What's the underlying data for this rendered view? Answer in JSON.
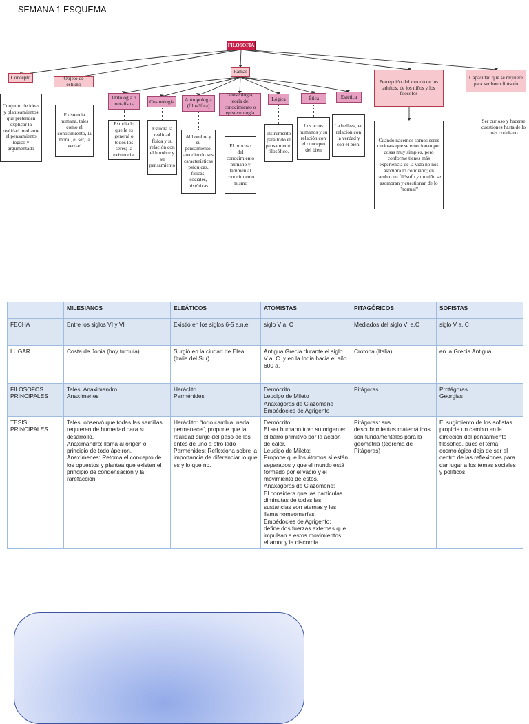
{
  "page_title": "SEMANA 1 ESQUEMA",
  "diagram": {
    "root": "FILOSOFIA",
    "concepto": {
      "label": "Concepto",
      "desc": "Conjunto de ideas y planteamientos que pretenden explicar la realidad mediante el pensamiento lógico y argumentado"
    },
    "objeto": {
      "label": "Objeto de estudio",
      "desc": "Existencia humana, tales como el conocimiento, la moral, el ser, la verdad"
    },
    "ramas": {
      "label": "Ramas",
      "items": [
        {
          "label": "Ontología o metafísica",
          "desc": "Estudia lo que le es general o todos los seres; la existencia."
        },
        {
          "label": "Cosmología",
          "desc": "Estudia la realidad física y su relación con el hombre y su pensamiento"
        },
        {
          "label": "Antropología (filosófica)",
          "desc": "Al hombre y su pensamiento, atendiendo sus características psíquicas, físicas, sociales, históricas"
        },
        {
          "label": "Gnoseología, teoría del conocimiento o epistemología",
          "desc": "El proceso del conocimiento humano y también al conocimiento mismo"
        },
        {
          "label": "Lógica",
          "desc": "Instrumento para todo el pensamiento filosófico."
        },
        {
          "label": "Ética",
          "desc": "Los actos humanos y su relación con el concepto del bien"
        },
        {
          "label": "Estética",
          "desc": "La belleza, en relación con la verdad y con el bien."
        }
      ]
    },
    "percepcion": {
      "label": "Percepción del mundo de los adultos, de los niños y los filósofos",
      "desc": "Cuando nacemos somos seres curiosos que se emocionan por cosas muy simples, pero conforme tienes más experiencia de la vida no nos asombra lo cotidiano; en cambio un filósofo y un niño se asombran y cuestionan de lo \"normal\""
    },
    "capacidad": {
      "label": "Capacidad que se requiere para ser buen filósofo",
      "desc": "Ser curioso y hacerse cuestiones hasta de lo más cotidiano"
    }
  },
  "table": {
    "headers": [
      "",
      "MILESIANOS",
      "ELEÁTICOS",
      "ATOMISTAS",
      "PITAGÓRICOS",
      "SOFISTAS"
    ],
    "rows": [
      [
        "FECHA",
        "Entre los siglos VI y VI",
        "Existió en los siglos 6-5 a.n.e.",
        "siglo V a. C",
        "Mediados del siglo VI a.C",
        "siglo V a. C"
      ],
      [
        "LUGAR",
        "Costa de Jonia (hoy turquía)",
        "Surgió en la ciudad de Elea (Italia del Sur)",
        "Antigua Grecia durante el siglo V a. C. y en la India hacia el año 600 a.",
        "Crotona (Italia)",
        "en la Grecia Antigua"
      ],
      [
        "FILÓSOFOS PRINCIPALES",
        "Tales, Anaximandro\nAnaxímenes",
        "Heráclito\nParménides",
        "Demócrito\nLeucipo de Mileto\nAnaxágoras de Clazomene\nEmpédocles de Agrigento",
        "Pitágoras",
        "Protágoras\nGeorgias"
      ],
      [
        "TESIS PRINCIPALES",
        "Tales: observó que todas las semillas requieren de humedad para su desarrollo.\nAnaximandro: llama al origen o principio de todo ápeiron.\nAnaxímenes: Retoma el concepto de los opuestos y plantea que existen el principio de condensación y la rarefacción",
        "Heráclito: \"todo cambia, nada permanece\", propone que la realidad surge del paso de los entes de uno a otro lado\nParménides: Reflexiona sobre la importancia de diferenciar lo que es y lo que no.",
        "Demócrito:\nEl ser humano tuvo su origen en el barro primitivo por la acción de calor.\nLeucipo de Mileto:\nPropone que los átomos si están separados y que el mundo está formado por el vacío y el movimiento de éstos.\nAnaxágoras de Clazomene:\nEl considera que las partículas diminutas de todas las sustancias son eternas y les llama homeomerías.\nEmpédocles de Agrigento: define dos fuerzas externas que impulsan a estos movimientos: el amor y la discordia.",
        "Pitágoras: sus descubrimientos matemáticos son fundamentales para la geometría (teorema de Pitágoras)",
        "El sugimiento de los sofistas propicia un cambio en la dirección del pensamiento filósofico, pues el tema cosmológico deja de ser el centro de las reflexiones para dar lugar a los temas sociales y políticos."
      ]
    ]
  }
}
